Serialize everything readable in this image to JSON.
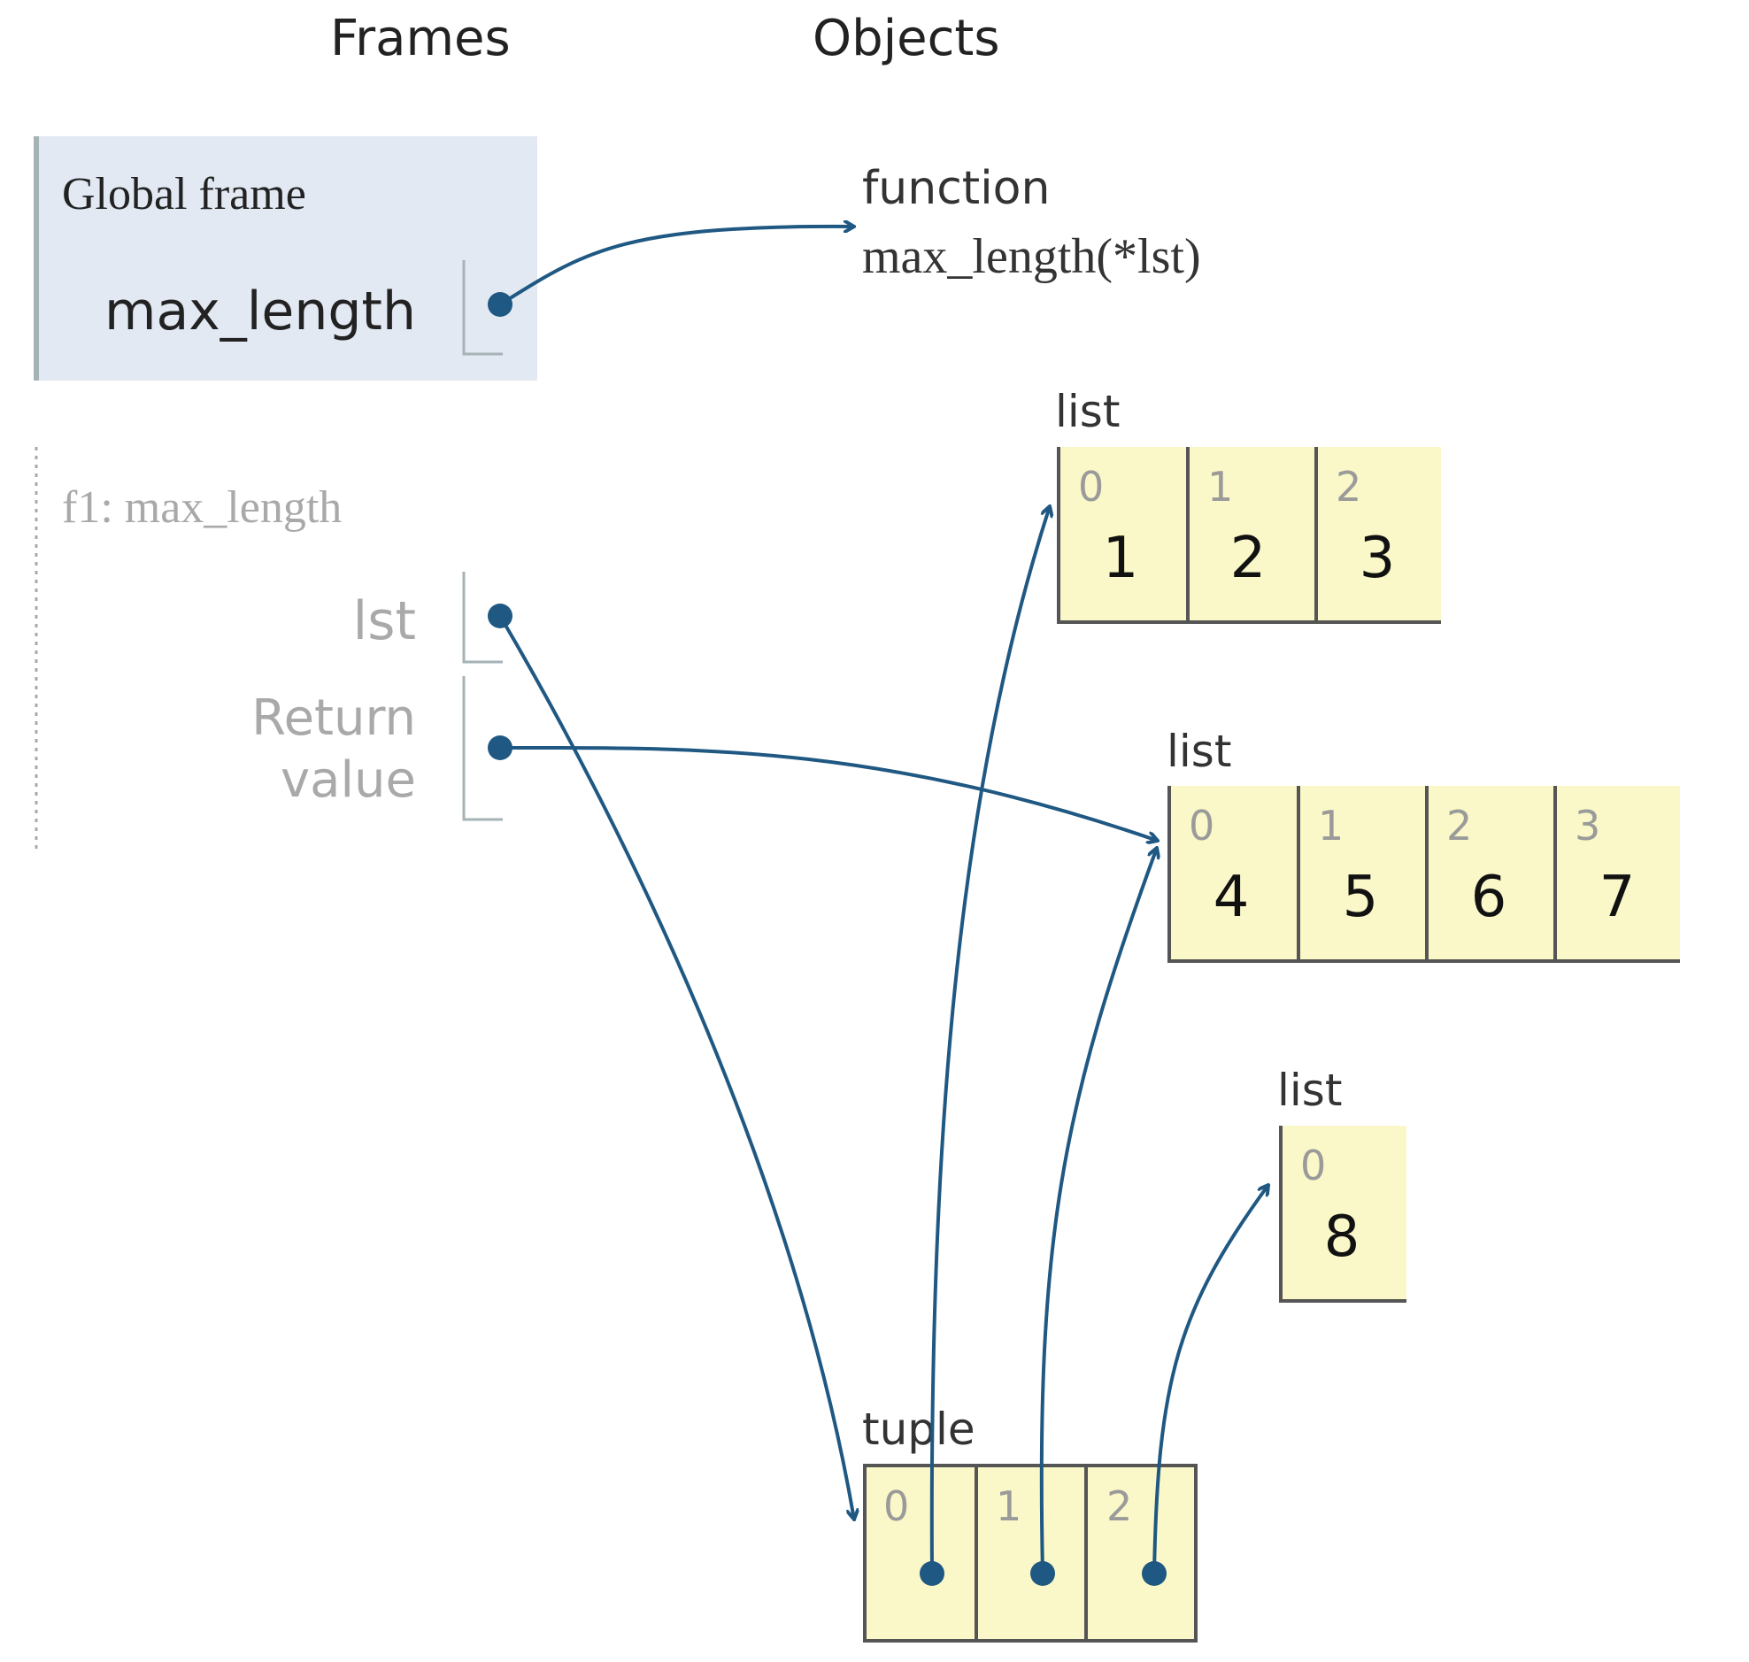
{
  "headers": {
    "frames": "Frames",
    "objects": "Objects"
  },
  "global_frame": {
    "title": "Global frame",
    "vars": [
      {
        "name": "max_length"
      }
    ]
  },
  "f1_frame": {
    "title": "f1: max_length",
    "vars": [
      {
        "name": "lst"
      },
      {
        "name_line1": "Return",
        "name_line2": "value"
      }
    ]
  },
  "function_obj": {
    "type_label": "function",
    "signature": "max_length(*lst)"
  },
  "lists": [
    {
      "type_label": "list",
      "indices": [
        "0",
        "1",
        "2"
      ],
      "values": [
        "1",
        "2",
        "3"
      ]
    },
    {
      "type_label": "list",
      "indices": [
        "0",
        "1",
        "2",
        "3"
      ],
      "values": [
        "4",
        "5",
        "6",
        "7"
      ]
    },
    {
      "type_label": "list",
      "indices": [
        "0"
      ],
      "values": [
        "8"
      ]
    }
  ],
  "tuple_obj": {
    "type_label": "tuple",
    "indices": [
      "0",
      "1",
      "2"
    ]
  },
  "colors": {
    "arrow": "#1f5882",
    "frame_bg": "#e2e9f3",
    "frame_border": "#a6b3b6",
    "cell_bg": "#faf8c8",
    "cell_border": "#555555",
    "index_text": "#9a9a9a",
    "faded_text": "#a9a9a9",
    "text": "#222222"
  }
}
